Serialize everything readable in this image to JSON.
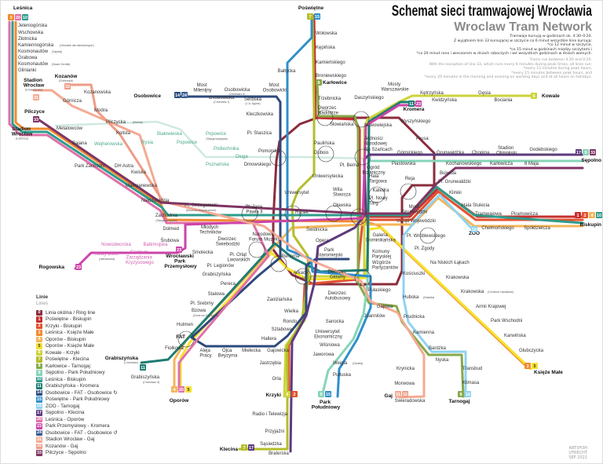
{
  "header": {
    "title": "Schemat sieci tramwajowej Wrocławia",
    "subtitle": "Wroclaw Tram Network",
    "notes_pl": [
      "Tramwaje kursują w godzinach ok. 4:30–0:20.",
      "Z wyjątkiem linii 33 kursującej w szczycie co 6 minut wszystkie linie kursują:",
      "*co 12 minut w szczycie,",
      "*co 15 minut w godzinach między szczytami i",
      "*co 20 minut rano i wieczorem w dniach roboczych i we wszystkich godzinach w dniach wolnych."
    ],
    "notes_en": [
      "Trams run between 4:30 and 0:20.",
      "With the exception of line 33, which runs every 6 minutes during peak times, all lines run:",
      "*every 12 minutes during peak hours,",
      "*every 15 minutes between peak hours, and",
      "*every 20 minutes in the morning and evening on working days and at all hours on holidays."
    ]
  },
  "legend": {
    "heading": "Linie",
    "heading_en": "Lines",
    "items": [
      {
        "num": "0",
        "label": "Linia okólna / Ring line",
        "color": "#8b2c3c"
      },
      {
        "num": "1",
        "label": "Poświętne - Biskupin",
        "color": "#c62f2f"
      },
      {
        "num": "2",
        "label": "Krzyki - Biskupin",
        "color": "#e4512f"
      },
      {
        "num": "3",
        "label": "Leśnica - Księże Małe",
        "color": "#f28a2e"
      },
      {
        "num": "4",
        "label": "Oporów - Biskupin",
        "color": "#f5b55a"
      },
      {
        "num": "5",
        "label": "Oporów - Księże Małe",
        "color": "#f6e22c"
      },
      {
        "num": "6",
        "label": "Kowale - Krzyki",
        "color": "#cdd33a"
      },
      {
        "num": "7",
        "label": "Poświętne - Klecina",
        "color": "#b3be2c"
      },
      {
        "num": "8",
        "label": "Karłowice - Tarnogaj",
        "color": "#86a94a"
      },
      {
        "num": "9",
        "label": "Sępolno - Park Południowy",
        "color": "#86d4b8"
      },
      {
        "num": "10",
        "label": "Leśnica - Biskupin",
        "color": "#2f9c8c"
      },
      {
        "num": "11",
        "label": "Grabiszyńska - Kromera",
        "color": "#1d7d72"
      },
      {
        "num": "14",
        "label": "Osobowice - FAT - Osobowice ↻",
        "color": "#2e4a7c"
      },
      {
        "num": "15",
        "label": "Poświętne - Park Południowy",
        "color": "#2f8fcb"
      },
      {
        "num": "16",
        "label": "ZOO - Tarnogaj",
        "color": "#8fd3f0"
      },
      {
        "num": "17",
        "label": "Sępolno - Klecina",
        "color": "#5e3a7e"
      },
      {
        "num": "20",
        "label": "Leśnica - Oporów",
        "color": "#e070a8"
      },
      {
        "num": "23",
        "label": "Park Przemysłowy - Kromera",
        "color": "#cc44a8"
      },
      {
        "num": "24",
        "label": "Osobowice - FAT - Osobowice ↺",
        "color": "#3a5a94"
      },
      {
        "num": "31",
        "label": "Stadion Wrocław - Gaj",
        "color": "#f4aa92"
      },
      {
        "num": "32",
        "label": "Kozanów - Gaj",
        "color": "#ef9b85"
      },
      {
        "num": "33",
        "label": "Pilczyce - Sępolno",
        "color": "#7f3464"
      }
    ]
  },
  "stations": [
    "Jeleniogórska",
    "Wschowska",
    "Złotnicka",
    "Kamiennogórska",
    "Kosmonautów",
    "Grabowa",
    "Kosmonautów",
    "Glinianki",
    "Kozanowska",
    "Górnicza",
    "Modra",
    "Pilczycka",
    "Kolista",
    "Metalowców",
    "Bajana",
    "Park Zachodni",
    "DH Astra",
    "Kwiska",
    "Małopanewska",
    "Niedźwiedzia",
    "Zachodnia",
    "Pl. Strzegomski",
    "Dolmed",
    "Śrubowa",
    "Nowodworska",
    "Babimojska",
    "Nowy Dwór",
    "Białowieska",
    "Rysia",
    "Popowice",
    "Wejherowska",
    "Popowice",
    "Politechnika",
    "Długa",
    "Poznańska",
    "Most Milenijny",
    "Osobowicka",
    "Osobowicka",
    "Serbska",
    "Most Osobowicki",
    "Kleczkowska",
    "Pl. Staszica",
    "Pomorska",
    "Dmowskiego",
    "Bałtycka",
    "Wołowska",
    "Kępińska",
    "Kamieńskiego",
    "Broniewskiego",
    "Trzebnicka",
    "Dworzec Nadodrze",
    "Słowiańska",
    "Paulińska",
    "Dubois",
    "Pl. Bema",
    "Uniwersytecka",
    "Uniwersytet",
    "Wita Stwosza",
    "Oławska",
    "Pl. Jana Pawła II",
    "Rynek",
    "Świdnicka",
    "Opera",
    "Park Staromiejski",
    "Renoma",
    "Narodowe Forum Muzyki",
    "Młodych Techników",
    "Dworzec Świebodzki",
    "Smolecka",
    "Pl. Orląt Lwowskich",
    "Pl. Legionów",
    "Grabiszyńska",
    "Pereca",
    "Stalowa",
    "Pl. Srebrny",
    "Bzowa",
    "Hutmen",
    "Fiołkowa",
    "Aleja Pracy",
    "Ojca Beyzyma",
    "Mielecka",
    "Gajowicka",
    "Hallera",
    "Sztabowa",
    "Rondo",
    "Wielka",
    "Zaolziańska",
    "Arkady",
    "Grabiszyńska",
    "Jastrzębia",
    "Orla",
    "Radio i Telewizja",
    "Przyjaźni",
    "Sąsiedzka",
    "Braterska",
    "Dworzec Główny",
    "Dworzec Autobusowy",
    "Wzgórze Partyzantów",
    "Komuny Paryskiej",
    "Galeria Dominikańska",
    "Hala Targowa",
    "Pl. Nowy Targ",
    "Katedra",
    "Ogród Botaniczny",
    "Na Szańcach",
    "Jedności Narodowej",
    "Nowowiejska",
    "Daszyńskiego",
    "Mosty Warszawskie",
    "Kętrzyńska",
    "Kwidzyńska",
    "Gęsia",
    "Bociania",
    "Wyszyńskiego",
    "Prusa",
    "Górnickiego",
    "Piastowska",
    "Grunwaldzka",
    "Chopina",
    "Stadion Olimpijski",
    "Godebskiego",
    "Kochanowskiego",
    "Karłowicza",
    "8 Maja",
    "Bujwida",
    "Pl. Grunwaldzki",
    "Reja",
    "Kliniki",
    "Hala Stulecia",
    "Most Grunwaldzki",
    "Urząd Wojewódzki",
    "Tramwajowa",
    "Piramowicza",
    "Chełmońskiego",
    "Spółdzielcza",
    "Pl. Wróblewskiego",
    "Pl. Zgody",
    "Na Niskich Łąkach",
    "Krakowska",
    "Krakowska",
    "Armii Krajowej",
    "Park Wschodni",
    "Karwińska",
    "Głubczycka",
    "Kościuszki",
    "Pułaskiego",
    "Hubska",
    "Gajowa",
    "Joannitów",
    "Prudnicka",
    "Kamienna",
    "Bardzka",
    "Nyska",
    "Transbud",
    "Klimasa",
    "Krynicka",
    "Morwowa",
    "Świeradowska",
    "Sanocka",
    "Uniwersytet Ekonomiczny",
    "Wiśniowa",
    "Jaworowa",
    "Weigla",
    "Pułtuska",
    "Centrum Zarządzania Kryzysowego"
  ],
  "station_notes": {
    "kamiennogorska": "(Ośrodek dla niewidomych)",
    "kosmonautow1": "(Szpital)",
    "kosmonautow2": "(Nowe Żerniki)",
    "pilczycka": "(Reima)",
    "zachodnia": "(Stacja kolejowa)",
    "strzegomski": "(Muzeum Współczesne)",
    "nowy_dwor": "(Jaśminowa)",
    "bialowieska": "(Stacja kolejowa)",
    "osobowicka1": "(Cmentarz I)",
    "osobowicka2": "(Cmentarz II)",
    "serbska": "(L.A. Agora)",
    "bzowa": "(Centrum Zajezdnia)",
    "arkady": "(Capitol)",
    "grabiszynska2": "(Cmentarz II)",
    "godebskiego": "(AWF Wrocław)",
    "krakowska2": "(Centrum Handlowe)",
    "hubska": "(Dawida)",
    "weigla": "(Szotka)"
  },
  "termini": [
    {
      "name": "Leśnica",
      "lines": [
        "3",
        "20",
        "10"
      ]
    },
    {
      "name": "Stadion Wrocław",
      "note": "(Królewiecka)",
      "lines": [
        "31"
      ]
    },
    {
      "name": "Kozanów",
      "note": "(Dokerska)",
      "lines": [
        "32"
      ]
    },
    {
      "name": "Pilczyce",
      "lines": [
        "33"
      ]
    },
    {
      "name": "Stadion Wrocław",
      "note": "(Lotnicza)",
      "lines": []
    },
    {
      "name": "Osobowice",
      "lines": [
        "14",
        "24"
      ]
    },
    {
      "name": "Poświętne",
      "lines": [
        "7",
        "15"
      ]
    },
    {
      "name": "Karłowice",
      "lines": [
        "8"
      ]
    },
    {
      "name": "Kowale",
      "lines": [
        "6"
      ]
    },
    {
      "name": "Kromera",
      "lines": [
        "11",
        "23"
      ]
    },
    {
      "name": "Sępolno",
      "lines": [
        "17",
        "9",
        "33"
      ]
    },
    {
      "name": "Biskupin",
      "lines": [
        "1",
        "2",
        "4",
        "10"
      ]
    },
    {
      "name": "ZOO",
      "lines": [
        "16"
      ]
    },
    {
      "name": "Księże Małe",
      "lines": [
        "3",
        "5"
      ]
    },
    {
      "name": "Tarnogaj",
      "lines": [
        "8",
        "16"
      ]
    },
    {
      "name": "Gaj",
      "lines": [
        "31",
        "32"
      ]
    },
    {
      "name": "Park Południowy",
      "lines": [
        "9",
        "15"
      ]
    },
    {
      "name": "Krzyki",
      "lines": [
        "6",
        "2"
      ]
    },
    {
      "name": "Klecina",
      "lines": [
        "7",
        "17"
      ]
    },
    {
      "name": "Oporów",
      "lines": [
        "4",
        "20",
        "5"
      ]
    },
    {
      "name": "Grabiszyńska",
      "note": "(Cmentarz)",
      "lines": [
        "11"
      ]
    },
    {
      "name": "FAT",
      "lines": []
    },
    {
      "name": "Wrocławski Park Przemysłowy",
      "lines": [
        "23"
      ]
    },
    {
      "name": "Rogowska",
      "lines": [
        "23"
      ]
    }
  ],
  "credit": [
    "ARTSFOH",
    "UTRECHT",
    "SEP 2021"
  ]
}
